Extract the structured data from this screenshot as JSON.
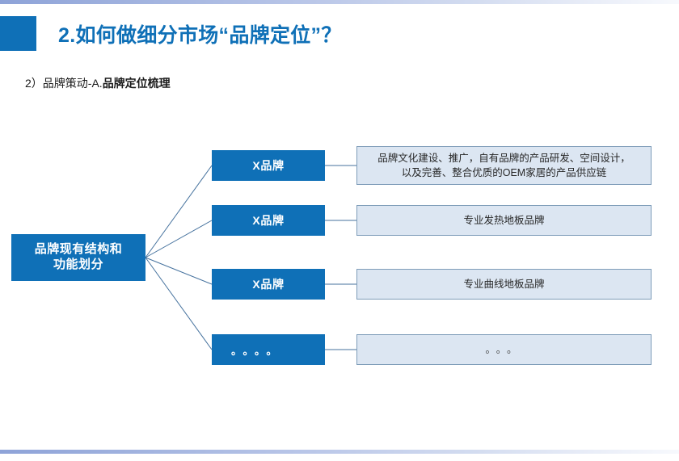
{
  "slide": {
    "title": "2.如何做细分市场“品牌定位”？",
    "subtitle_lead": "2）品牌策动-A.",
    "subtitle_strong": "品牌定位梳理",
    "accent_color": "#0f70b7",
    "panel_fill": "#dce6f2",
    "panel_border": "#7f9db9",
    "edge_rule_color": "#b9c6e8"
  },
  "diagram": {
    "root": {
      "line1": "品牌现有结构和",
      "line2": "功能划分"
    },
    "rows": [
      {
        "brand": "X品牌",
        "desc_line1": "品牌文化建设、推广，自有品牌的产品研发、空间设计，",
        "desc_line2": "以及完善、整合优质的OEM家居的产品供应链"
      },
      {
        "brand": "X品牌",
        "desc_line1": "专业发热地板品牌",
        "desc_line2": ""
      },
      {
        "brand": "X品牌",
        "desc_line1": "专业曲线地板品牌",
        "desc_line2": ""
      },
      {
        "brand": "。。。。",
        "desc_line1": "。。。",
        "desc_line2": ""
      }
    ]
  }
}
